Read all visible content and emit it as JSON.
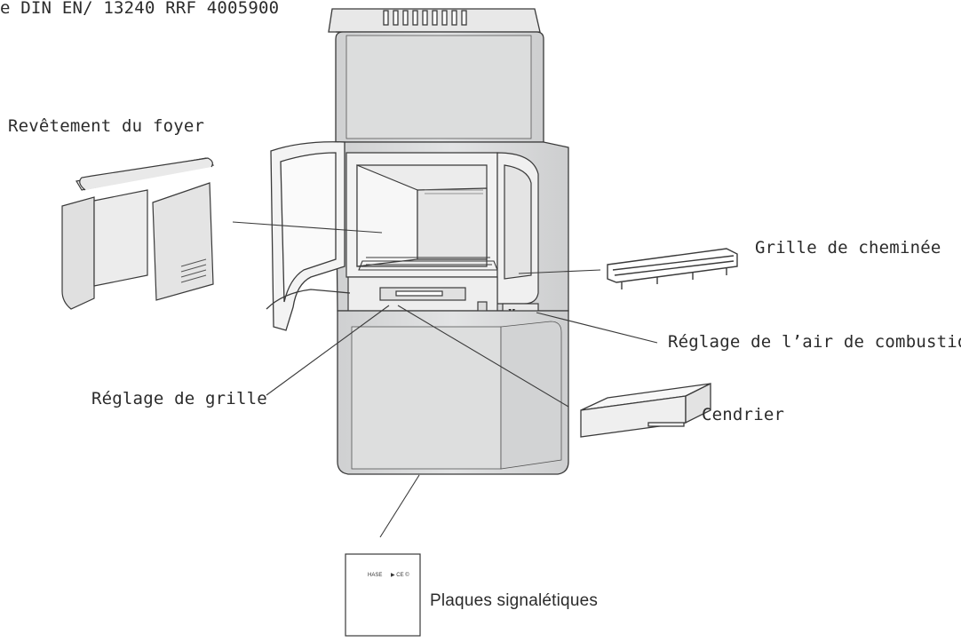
{
  "header_fragment": "e DIN EN/ 13240 RRF 4005900",
  "labels": {
    "firebox_lining": "Revêtement du foyer",
    "fire_grate": "Grille de cheminée",
    "combustion_air": "Réglage de l’air de combustion",
    "grate_adjust": "Réglage de grille",
    "ash_pan": "Cendrier",
    "type_plates": "Plaques signalétiques"
  },
  "colors": {
    "line": "#3a3a3a",
    "body_fill": "#d9dadb",
    "panel_fill": "#e3e4e5",
    "interior_fill": "#ececec"
  },
  "icons": [
    "ce-mark-icon"
  ]
}
